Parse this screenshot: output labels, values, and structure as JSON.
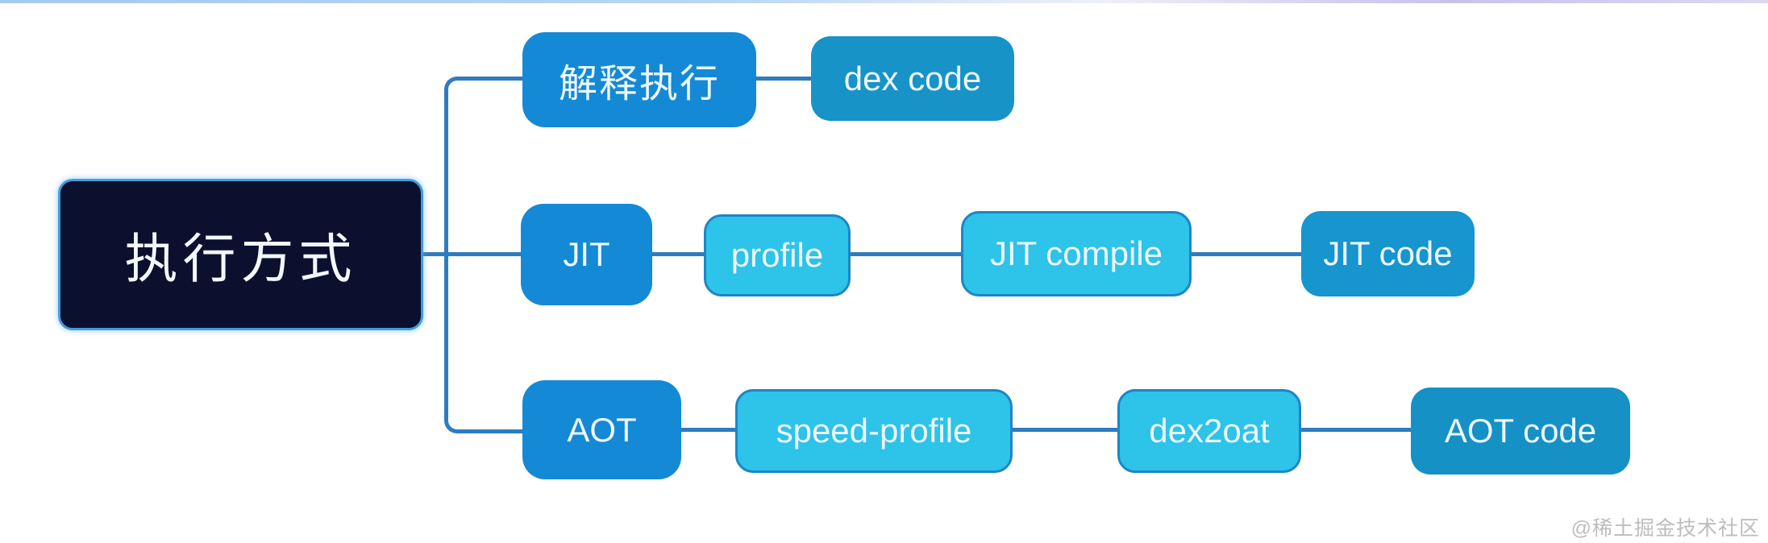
{
  "diagram": {
    "root": {
      "label": "执行方式"
    },
    "branches": [
      {
        "node": {
          "label": "解释执行"
        },
        "children": [
          {
            "label": "dex code"
          }
        ]
      },
      {
        "node": {
          "label": "JIT"
        },
        "children": [
          {
            "label": "profile"
          },
          {
            "label": "JIT compile"
          },
          {
            "label": "JIT code"
          }
        ]
      },
      {
        "node": {
          "label": "AOT"
        },
        "children": [
          {
            "label": "speed-profile"
          },
          {
            "label": "dex2oat"
          },
          {
            "label": "AOT code"
          }
        ]
      }
    ]
  },
  "watermark": "@稀土掘金技术社区",
  "colors": {
    "root_fill": "#0a102e",
    "root_border": "#3f9ede",
    "level1_fill": "#1489d6",
    "cyan_fill": "#2ec3e8",
    "cyan_border": "#1e85c5",
    "result_fill": "#1695ce",
    "connector": "#2e7cc0",
    "text": "#eef8ff",
    "watermark_text": "#bdbdbd"
  }
}
